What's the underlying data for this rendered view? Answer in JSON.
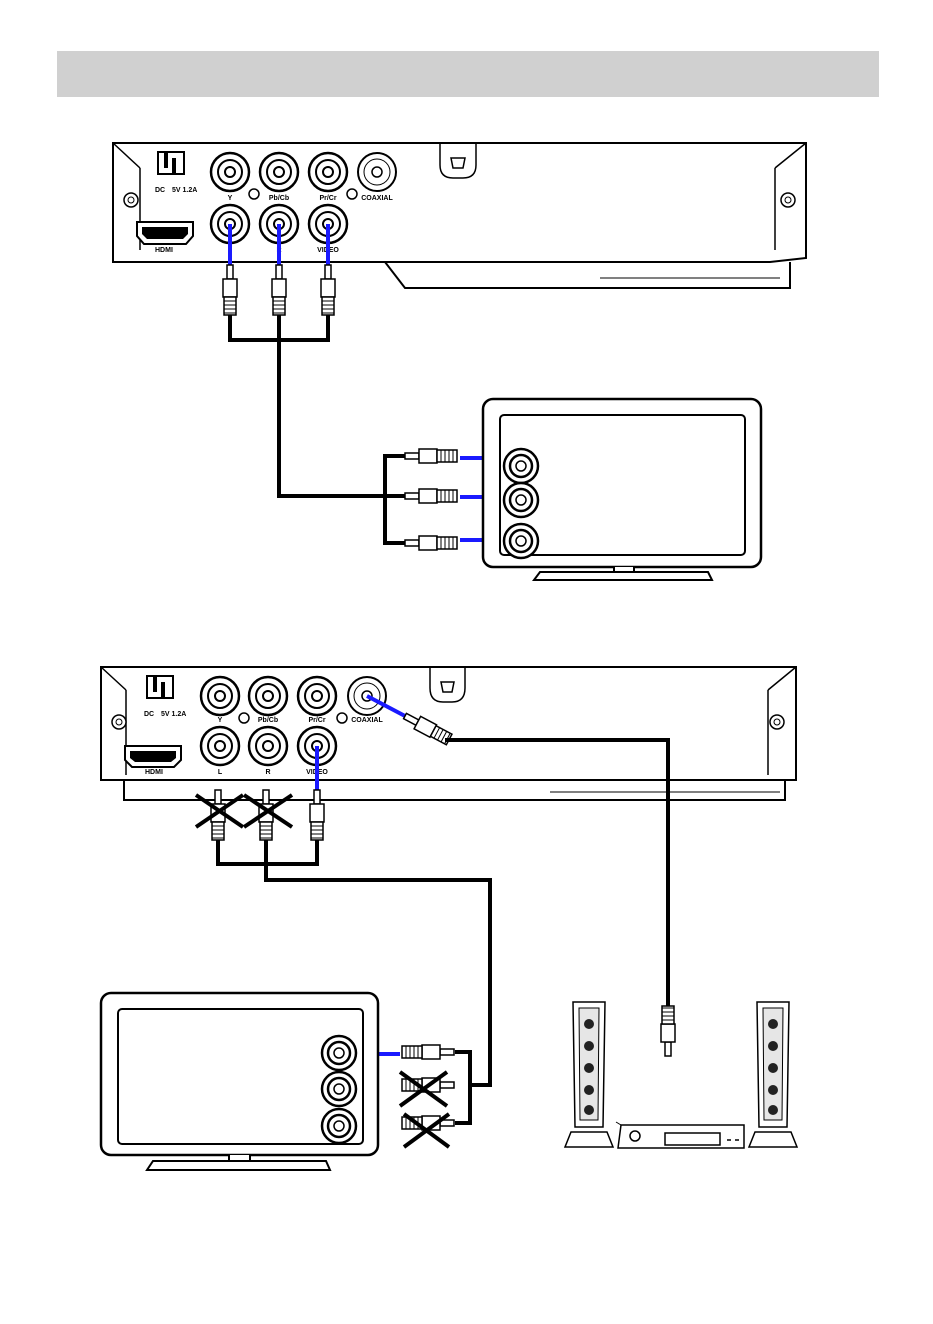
{
  "header": {
    "title": ""
  },
  "colors": {
    "cable": "#000000",
    "signal": "#1a1aff",
    "outline": "#000000",
    "header": "#d0d0d0"
  },
  "player": {
    "power_label": "DC",
    "power_rating": "5V 1.2A",
    "hdmi_label": "HDMI",
    "jack_labels": {
      "y": "Y",
      "pb": "Pb/Cb",
      "pr": "Pr/Cr",
      "coaxial": "COAXIAL",
      "left": "L",
      "right": "R",
      "video": "VIDEO"
    }
  },
  "icons": [
    "dc-power-jack-icon",
    "hdmi-port-icon",
    "rca-plug-icon",
    "tv-icon",
    "speaker-icon",
    "av-receiver-icon",
    "cross-mark-icon"
  ]
}
